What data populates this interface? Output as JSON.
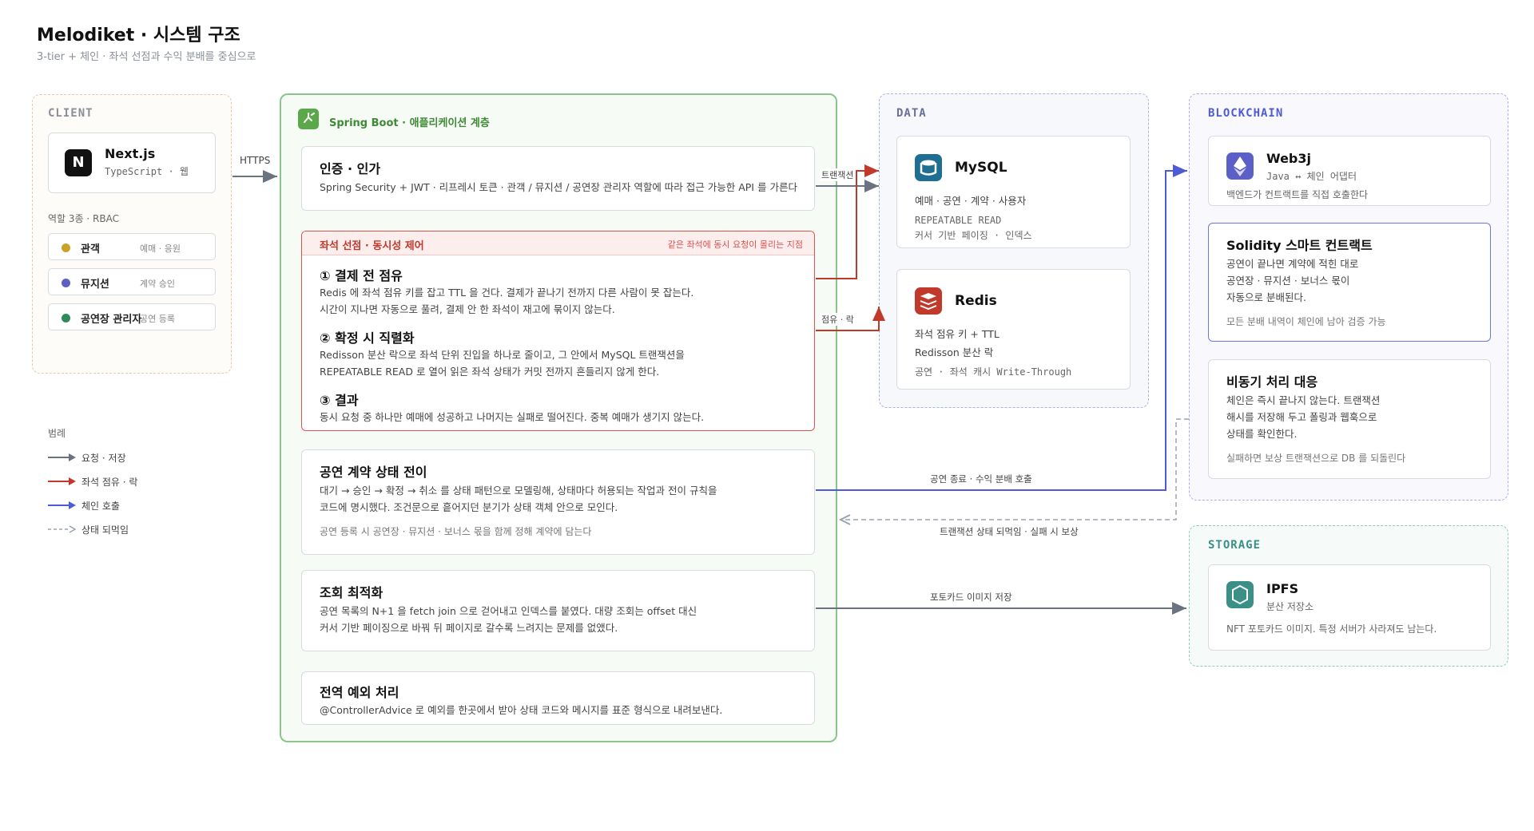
{
  "header": {
    "title": "Melodiket · 시스템 구조",
    "subtitle": "3-tier + 체인 · 좌석 선점과 수익 분배를 중심으로"
  },
  "client": {
    "zone_label": "CLIENT",
    "app": {
      "name": "Next.js",
      "detail": "TypeScript · 웹",
      "logo": "N"
    },
    "roles_title": "역할 3종 · RBAC",
    "roles": [
      {
        "label": "관객",
        "desc": "예매 · 응원",
        "color": "#c9a227"
      },
      {
        "label": "뮤지션",
        "desc": "계약 승인",
        "color": "#5b5fc7"
      },
      {
        "label": "공연장 관리자",
        "desc": "공연 등록",
        "color": "#2e8b57"
      }
    ]
  },
  "legend": {
    "title": "범례",
    "items": [
      {
        "label": "요청 · 저장",
        "color": "#6b7280"
      },
      {
        "label": "좌석 점유 · 락",
        "color": "#c0392b"
      },
      {
        "label": "체인 호출",
        "color": "#4f5bd5"
      },
      {
        "label": "상태 되먹임",
        "color": "#9ca3af"
      }
    ]
  },
  "spring": {
    "zone_label": "Spring Boot · 애플리케이션 계층",
    "auth": {
      "title": "인증 · 인가",
      "text": "Spring Security + JWT · 리프레시 토큰 · 관객 / 뮤지션 / 공연장 관리자 역할에 따라 접근 가능한 API 를 가른다"
    },
    "seat": {
      "header": "좌석 선점 · 동시성 제어",
      "header_note": "같은 좌석에 동시 요청이 몰리는 지점",
      "step1_title": "① 결제 전 점유",
      "step1_lines": [
        "Redis 에 좌석 점유 키를 잡고 TTL 을 건다. 결제가 끝나기 전까지 다른 사람이 못 잡는다.",
        "시간이 지나면 자동으로 풀려, 결제 안 한 좌석이 재고에 묶이지 않는다."
      ],
      "step2_title": "② 확정 시 직렬화",
      "step2_lines": [
        "Redisson 분산 락으로 좌석 단위 진입을 하나로 줄이고, 그 안에서 MySQL 트랜잭션을",
        "REPEATABLE READ 로 열어 읽은 좌석 상태가 커밋 전까지 흔들리지 않게 한다."
      ],
      "step3_title": "③ 결과",
      "step3_lines": [
        "동시 요청 중 하나만 예매에 성공하고 나머지는 실패로 떨어진다. 중복 예매가 생기지 않는다."
      ]
    },
    "contract": {
      "title": "공연 계약 상태 전이",
      "lines": [
        "대기 → 승인 → 확정 → 취소 를 상태 패턴으로 모델링해, 상태마다 허용되는 작업과 전이 규칙을",
        "코드에 명시했다. 조건문으로 흩어지던 분기가 상태 객체 안으로 모인다."
      ],
      "meta": "공연 등록 시 공연장 · 뮤지션 · 보너스 몫을 함께 정해 계약에 담는다"
    },
    "query": {
      "title": "조회 최적화",
      "lines": [
        "공연 목록의 N+1 을 fetch join 으로 걷어내고 인덱스를 붙였다. 대량 조회는 offset 대신",
        "커서 기반 페이징으로 바꿔 뒤 페이지로 갈수록 느려지는 문제를 없앴다."
      ]
    },
    "exception": {
      "title": "전역 예외 처리",
      "text": "@ControllerAdvice 로 예외를 한곳에서 받아 상태 코드와 메시지를 표준 형식으로 내려보낸다."
    }
  },
  "data": {
    "zone_label": "DATA",
    "mysql": {
      "name": "MySQL",
      "desc": "예매 · 공연 · 계약 · 사용자",
      "meta1": "REPEATABLE READ",
      "meta2": "커서 기반 페이징 · 인덱스"
    },
    "redis": {
      "name": "Redis",
      "desc1": "좌석 점유 키 + TTL",
      "desc2": "Redisson 분산 락",
      "meta": "공연 · 좌석 캐시 Write-Through"
    }
  },
  "blockchain": {
    "zone_label": "BLOCKCHAIN",
    "web3j": {
      "name": "Web3j",
      "detail": "Java ↔ 체인 어댑터",
      "desc": "백엔드가 컨트랙트를 직접 호출한다"
    },
    "solidity": {
      "title": "Solidity 스마트 컨트랙트",
      "lines": [
        "공연이 끝나면 계약에 적힌 대로",
        "공연장 · 뮤지션 · 보너스 몫이",
        "자동으로 분배된다."
      ],
      "meta": "모든 분배 내역이 체인에 남아 검증 가능"
    },
    "async": {
      "title": "비동기 처리 대응",
      "lines": [
        "체인은 즉시 끝나지 않는다. 트랜잭션",
        "해시를 저장해 두고 폴링과 웹훅으로",
        "상태를 확인한다."
      ],
      "meta": "실패하면 보상 트랜잭션으로 DB 를 되돌린다"
    }
  },
  "storage": {
    "zone_label": "STORAGE",
    "ipfs": {
      "name": "IPFS",
      "detail": "분산 저장소",
      "desc": "NFT 포토카드 이미지. 특정 서버가 사라져도 남는다."
    }
  },
  "wires": {
    "https": "HTTPS",
    "transaction": "트랜잭션",
    "lock": "점유 · 락",
    "chain_call": "공연 종료 · 수익 분배 호출",
    "feedback": "트랜잭션 상태 되먹임 · 실패 시 보상",
    "photocard": "포토카드 이미지 저장"
  },
  "colors": {
    "request": "#6b7280",
    "lock": "#c0392b",
    "chain": "#4f5bd5",
    "feedback": "#9ca3af",
    "spring_green": "#3f9142",
    "client_zone": "#e8c9a6",
    "data_zone": "#a9b4e8",
    "blockchain_zone": "#a9aef0",
    "storage_zone": "#8fc9c3"
  }
}
